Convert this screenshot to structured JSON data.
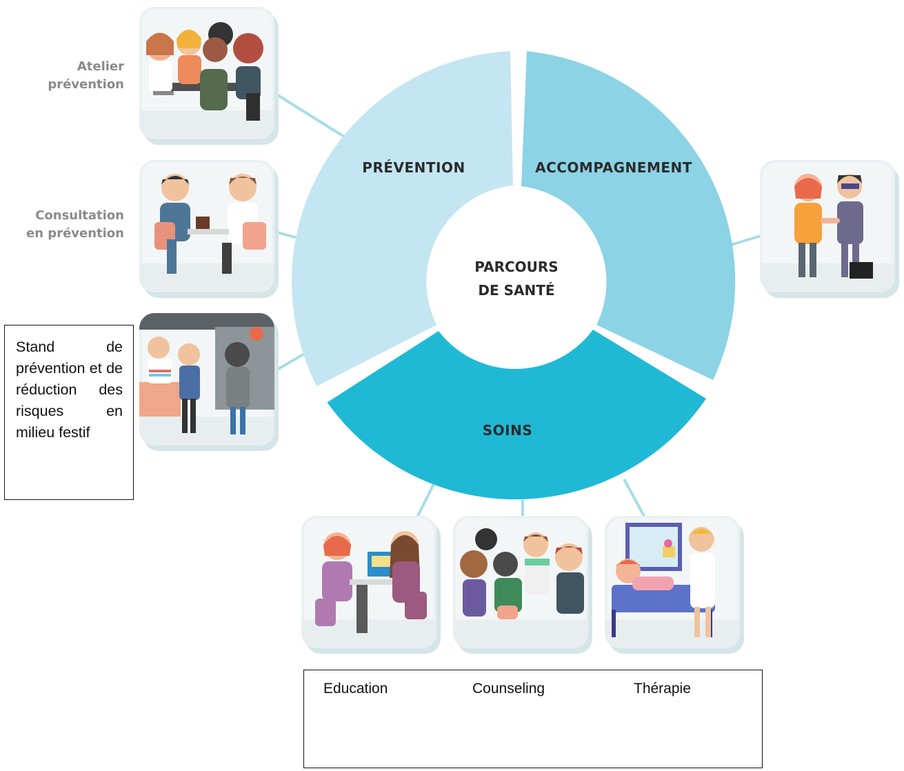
{
  "diagram": {
    "center_lines": [
      "PARCOURS",
      "DE SANTÉ"
    ],
    "segments": [
      {
        "label": "PRÉVENTION",
        "color": "#c3e6f2"
      },
      {
        "label": "ACCOMPAGNEMENT",
        "color": "#8bd3e5"
      },
      {
        "label": "SOINS",
        "color": "#1fb9d6"
      }
    ],
    "connector_color": "#a7dce8"
  },
  "prevention_items": [
    {
      "lines": [
        "Atelier",
        "prévention"
      ],
      "icon": "workshop-group-illustration"
    },
    {
      "lines": [
        "Consultation",
        "en prévention"
      ],
      "icon": "consultation-illustration"
    },
    {
      "text": "Stand de prévention et de réduction des risques en milieu festif",
      "icon": "festival-stand-illustration"
    }
  ],
  "accompagnement_item": {
    "icon": "support-handshake-illustration"
  },
  "soins_items": [
    {
      "label": "Education",
      "icon": "education-computer-illustration"
    },
    {
      "label": "Counseling",
      "icon": "counseling-group-illustration"
    },
    {
      "label": "Thérapie",
      "icon": "hospital-therapy-illustration"
    }
  ]
}
